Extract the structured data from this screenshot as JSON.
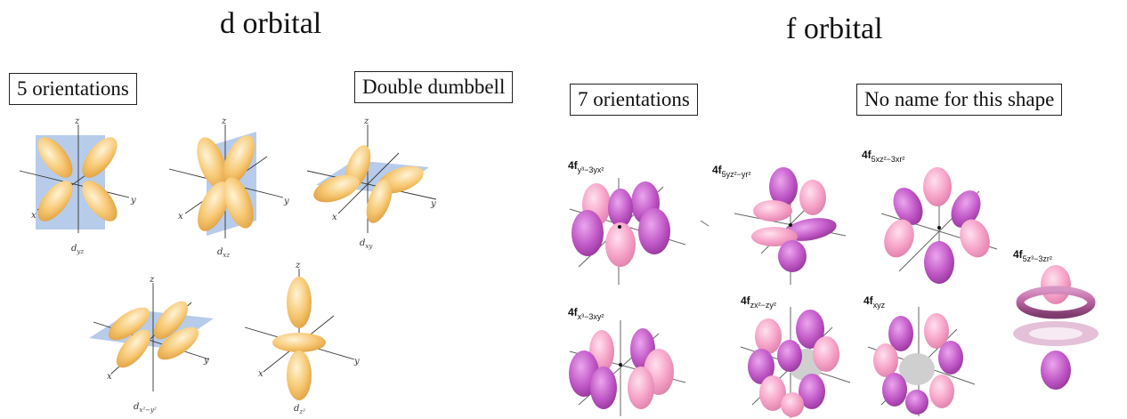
{
  "left_title": "d orbital",
  "right_title": "f orbital",
  "labels": {
    "d_count": "5 orientations",
    "d_shape": "Double dumbbell",
    "f_count": "7 orientations",
    "f_shape": "No name for this shape"
  },
  "axes": {
    "x": "x",
    "y": "y",
    "z": "z"
  },
  "d_orbitals": [
    "yz",
    "xz",
    "xy",
    "x²−y²",
    "z²"
  ],
  "f_orbitals": [
    {
      "prefix": "4f",
      "sub": "y³−3yx²"
    },
    {
      "prefix": "4f",
      "sub": "5yz²−yr²"
    },
    {
      "prefix": "4f",
      "sub": "5xz²−3xr²"
    },
    {
      "prefix": "4f",
      "sub": "5z³−3zr²"
    },
    {
      "prefix": "4f",
      "sub": "x³−3xy²"
    },
    {
      "prefix": "4f",
      "sub": "zx²−zy²"
    },
    {
      "prefix": "4f",
      "sub": "xyz"
    }
  ],
  "colors": {
    "d_lobe": "#f7c873",
    "d_plane": "#9fbbe3",
    "f_magenta": "#c25ac8",
    "f_pink": "#f6a3c8",
    "f_ring": "#b9609f"
  }
}
